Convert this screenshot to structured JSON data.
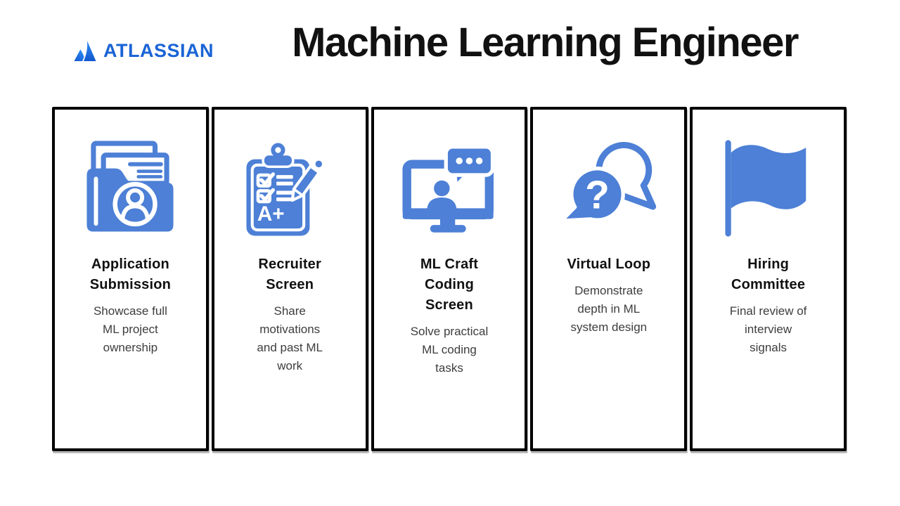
{
  "header": {
    "logo_text": "ATLASSIAN",
    "title": "Machine Learning Engineer"
  },
  "colors": {
    "icon_blue": "#4d80d6",
    "logo_wordmark_blue": "#1a64d6",
    "logo_mark_light": "#2e8af5",
    "logo_mark_dark": "#1257cd",
    "card_border": "#000000",
    "heading_text": "#111111",
    "body_text": "#3d3d3d"
  },
  "cards": [
    {
      "icon": "folder-profile-icon",
      "title": "Application\nSubmission",
      "description": "Showcase full\nML project\nownership"
    },
    {
      "icon": "clipboard-checklist-icon",
      "title": "Recruiter\nScreen",
      "description": "Share\nmotivations\nand past ML\nwork"
    },
    {
      "icon": "monitor-chat-icon",
      "title": "ML Craft\nCoding\nScreen",
      "description": "Solve practical\nML coding\ntasks"
    },
    {
      "icon": "question-bubbles-icon",
      "title": "Virtual Loop",
      "description": "Demonstrate\ndepth in ML\nsystem design"
    },
    {
      "icon": "flag-icon",
      "title": "Hiring\nCommittee",
      "description": "Final review of\ninterview\nsignals"
    }
  ]
}
